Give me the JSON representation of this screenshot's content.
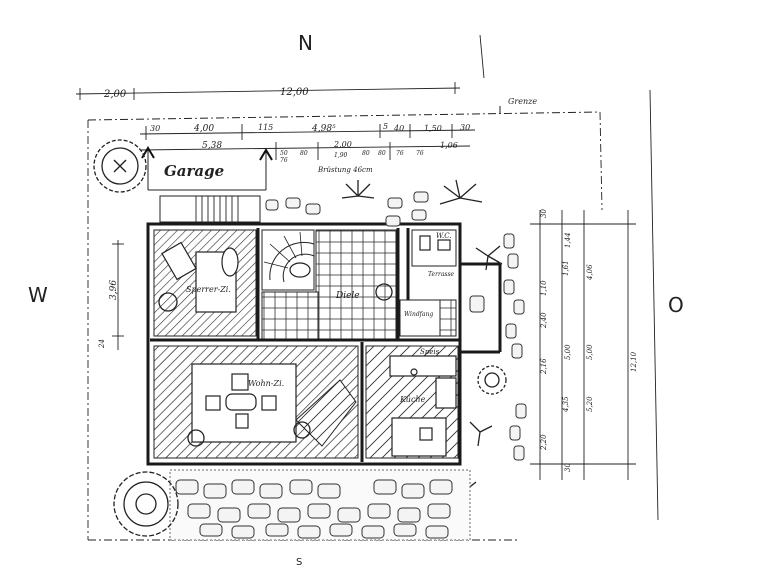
{
  "compass": {
    "north": "N",
    "west": "W",
    "east": "O"
  },
  "labels": {
    "garage": "Garage",
    "grenze": "Grenze",
    "bruestung": "Brüstung 46cm",
    "room_left": "Sperrer-Zi.",
    "diele": "Diele",
    "wohn": "Wohn-Zi.",
    "kueche": "Küche",
    "speis": "Speis",
    "terrasse": "Terrasse",
    "wc": "W.C.",
    "windfang": "Windfang",
    "bottom_mark": "S"
  },
  "dims_top": {
    "d1": "2,00",
    "d2": "12,00",
    "row2": [
      "30",
      "4,00",
      "115",
      "4,98⁵",
      "5",
      "40",
      "1,50",
      "30"
    ],
    "row3": [
      "5,38",
      "2,00",
      "1,06"
    ],
    "small": [
      "50",
      "76",
      "80",
      "80",
      "1,90",
      "80",
      "76",
      "76"
    ]
  },
  "dims_left": {
    "v1": "3,96",
    "v2": "24"
  },
  "dims_right": {
    "col1": [
      "30",
      "2,20",
      "2,16",
      "2,40",
      "5,00",
      "1,44",
      "30"
    ],
    "col2": [
      "4,35",
      "1,61",
      "1,10",
      "5,00"
    ],
    "col3": [
      "5,20",
      "4,06"
    ],
    "col4": [
      "12,10"
    ]
  }
}
